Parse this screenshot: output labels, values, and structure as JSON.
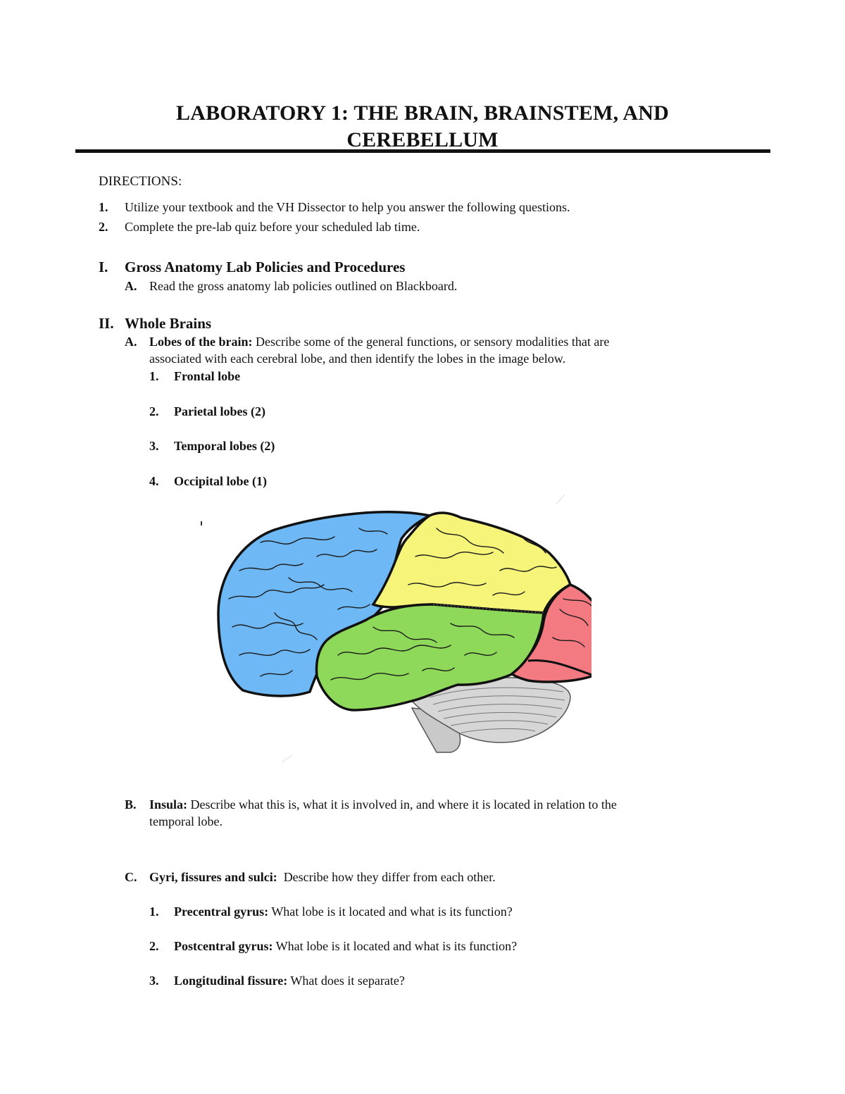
{
  "title_line1": "LABORATORY 1: THE BRAIN, BRAINSTEM, AND",
  "title_line2": "CEREBELLUM",
  "directions": {
    "heading": "DIRECTIONS:",
    "items": [
      {
        "num": "1.",
        "text": "Utilize your textbook and the VH Dissector to help you answer the following questions."
      },
      {
        "num": "2.",
        "text": "Complete the pre-lab quiz before your scheduled lab time."
      }
    ]
  },
  "section1": {
    "num": "I.",
    "heading": "Gross Anatomy Lab Policies and Procedures",
    "a_num": "A.",
    "a_text": "Read the gross anatomy lab policies outlined on Blackboard."
  },
  "section2": {
    "num": "II.",
    "heading": "Whole Brains",
    "a": {
      "num": "A.",
      "label": "Lobes of the brain:",
      "text1": "Describe some of the general functions, or sensory modalities that are",
      "text2": "associated with each cerebral lobe, and then identify the lobes in the image below.",
      "items": [
        {
          "num": "1.",
          "label": "Frontal lobe"
        },
        {
          "num": "2.",
          "label": "Parietal lobes (2)"
        },
        {
          "num": "3.",
          "label": "Temporal lobes (2)"
        },
        {
          "num": "4.",
          "label": "Occipital lobe (1)"
        }
      ]
    },
    "b": {
      "num": "B.",
      "label": "Insula:",
      "text1": "Describe what this is, what it is involved in, and where it is located in relation to the",
      "text2": "temporal lobe."
    },
    "c": {
      "num": "C.",
      "label": "Gyri, fissures and sulci:",
      "text": "Describe how they differ from each other.",
      "items": [
        {
          "num": "1.",
          "label": "Precentral gyrus:",
          "text": "What lobe is it located and what is its function?"
        },
        {
          "num": "2.",
          "label": "Postcentral gyrus:",
          "text": "What lobe is it located and what is its function?"
        },
        {
          "num": "3.",
          "label": "Longitudinal fissure:",
          "text": "What does it separate?"
        }
      ]
    }
  },
  "colors": {
    "frontal": "#6db8f5",
    "parietal": "#f6f57a",
    "temporal": "#8fd95a",
    "occipital": "#f27a80",
    "cerebellum": "#d6d6d6",
    "brainstem": "#c9c9c9"
  }
}
